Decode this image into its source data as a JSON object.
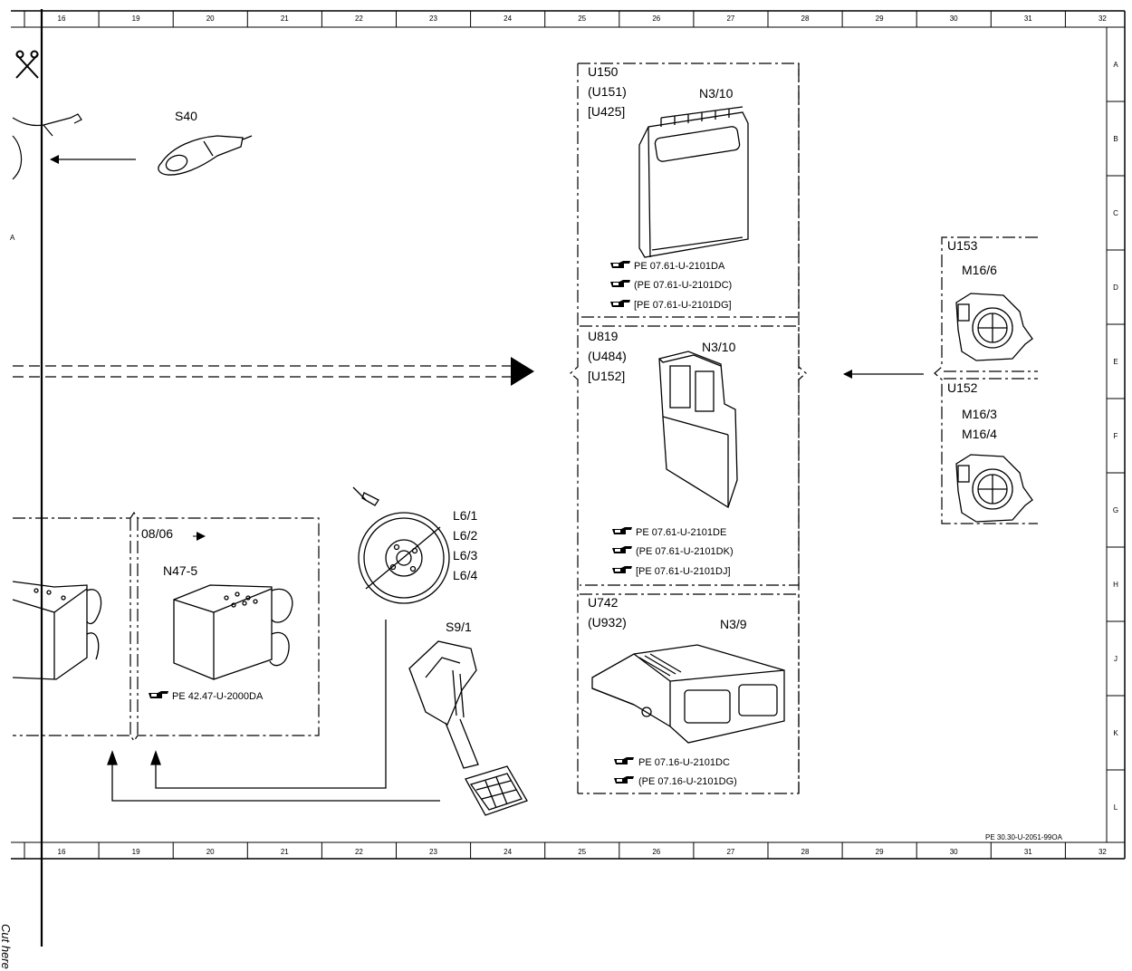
{
  "grid": {
    "columns": [
      "16",
      "19",
      "20",
      "21",
      "22",
      "23",
      "24",
      "25",
      "26",
      "27",
      "28",
      "29",
      "30",
      "31",
      "32"
    ],
    "rows": [
      "A",
      "B",
      "C",
      "D",
      "E",
      "F",
      "G",
      "H",
      "J",
      "K",
      "L"
    ],
    "left_row_marker": "A"
  },
  "cut_here": "Cut here",
  "sheet_ref": "PE 30.30-U-2051-99OA",
  "components": {
    "s40": {
      "label": "S40"
    },
    "n47_5": {
      "label": "N47-5",
      "date": "08/06",
      "ref": "PE 42.47-U-2000DA"
    },
    "l6": {
      "labels": [
        "L6/1",
        "L6/2",
        "L6/3",
        "L6/4"
      ]
    },
    "s9_1": {
      "label": "S9/1"
    },
    "ecu_u150": {
      "codes": [
        "U150",
        "(U151)",
        "[U425]"
      ],
      "label": "N3/10",
      "refs": [
        "PE 07.61-U-2101DA",
        "(PE 07.61-U-2101DC)",
        "[PE 07.61-U-2101DG]"
      ]
    },
    "ecu_u819": {
      "codes": [
        "U819",
        "(U484)",
        "[U152]"
      ],
      "label": "N3/10",
      "refs": [
        "PE 07.61-U-2101DE",
        "(PE 07.61-U-2101DK)",
        "[PE 07.61-U-2101DJ]"
      ]
    },
    "ecu_u742": {
      "codes": [
        "U742",
        "(U932)"
      ],
      "label": "N3/9",
      "refs": [
        "PE 07.16-U-2101DC",
        "(PE 07.16-U-2101DG)"
      ]
    },
    "throttle_u153": {
      "code": "U153",
      "label": "M16/6"
    },
    "throttle_u152": {
      "code": "U152",
      "labels": [
        "M16/3",
        "M16/4"
      ]
    }
  },
  "colors": {
    "ink": "#000000",
    "paper": "#ffffff"
  }
}
